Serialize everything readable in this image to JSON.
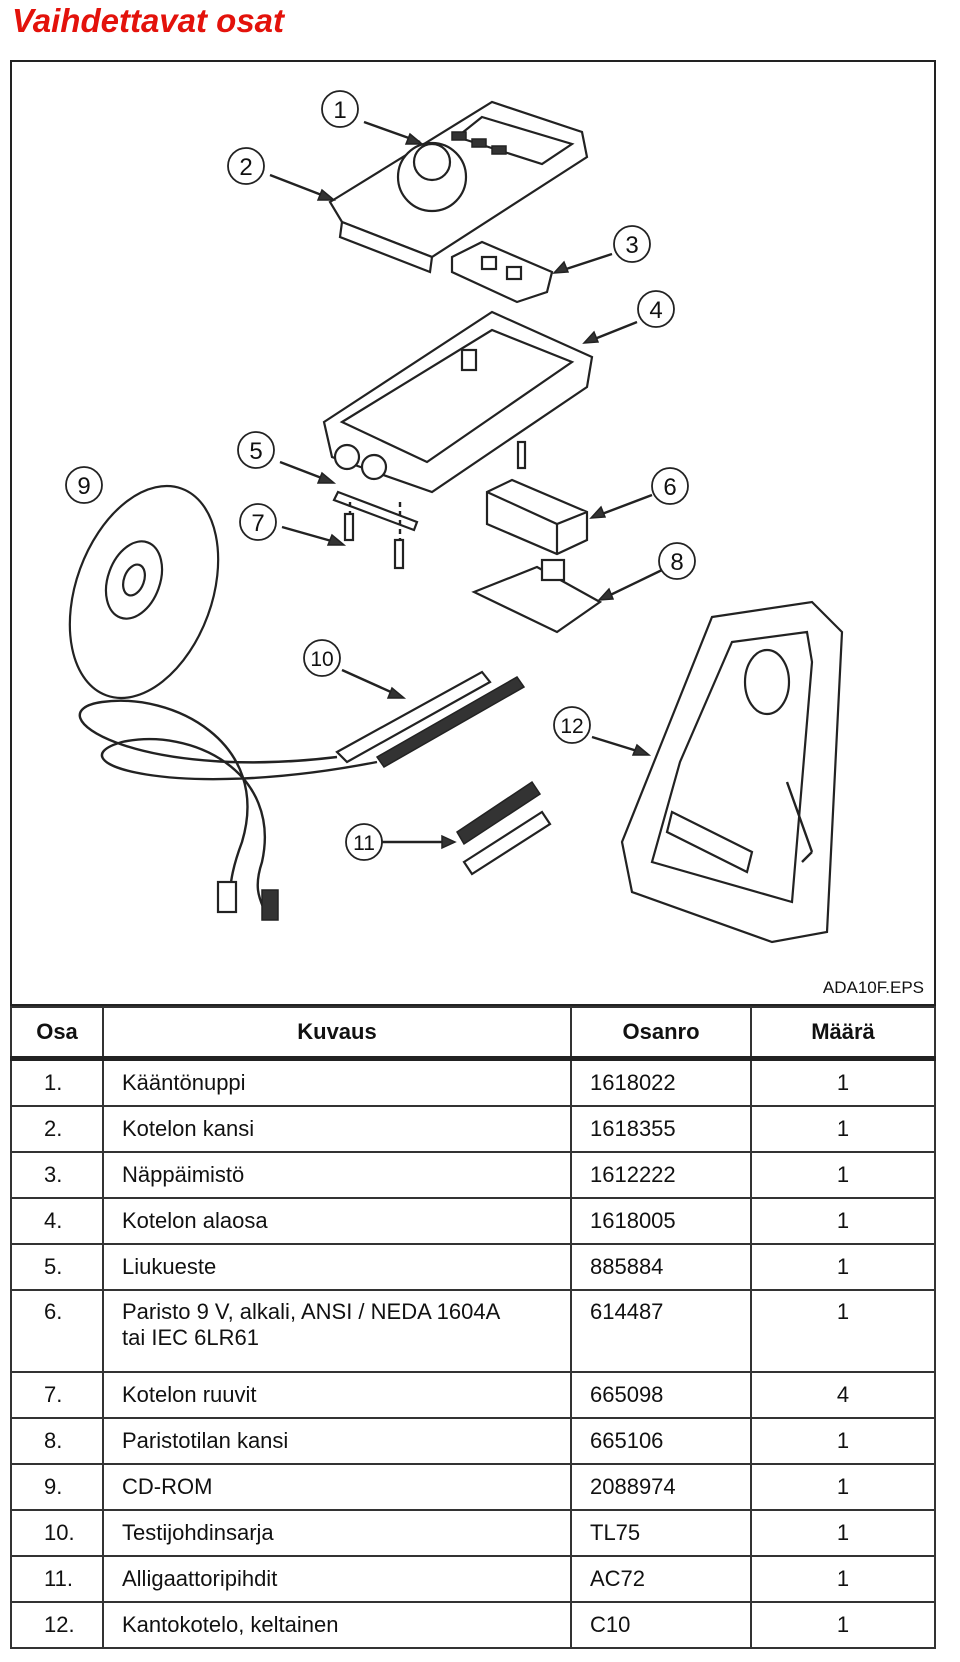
{
  "title": "Vaihdettavat osat",
  "figure": {
    "code": "ADA10F.EPS",
    "callouts": [
      "1",
      "2",
      "3",
      "4",
      "5",
      "6",
      "7",
      "8",
      "9",
      "10",
      "11",
      "12"
    ]
  },
  "table": {
    "headers": [
      "Osa",
      "Kuvaus",
      "Osanro",
      "Määrä"
    ],
    "rows": [
      {
        "num": "1.",
        "desc": "Kääntönuppi",
        "part": "1618022",
        "qty": "1"
      },
      {
        "num": "2.",
        "desc": "Kotelon kansi",
        "part": "1618355",
        "qty": "1"
      },
      {
        "num": "3.",
        "desc": "Näppäimistö",
        "part": "1612222",
        "qty": "1"
      },
      {
        "num": "4.",
        "desc": "Kotelon alaosa",
        "part": "1618005",
        "qty": "1"
      },
      {
        "num": "5.",
        "desc": "Liukueste",
        "part": "885884",
        "qty": "1"
      },
      {
        "num": "6.",
        "desc": "Paristo 9 V, alkali, ANSI / NEDA 1604A",
        "desc2": "tai IEC 6LR61",
        "part": "614487",
        "qty": "1"
      },
      {
        "num": "7.",
        "desc": "Kotelon ruuvit",
        "part": "665098",
        "qty": "4"
      },
      {
        "num": "8.",
        "desc": "Paristotilan kansi",
        "part": "665106",
        "qty": "1"
      },
      {
        "num": "9.",
        "desc": "CD-ROM",
        "part": "2088974",
        "qty": "1"
      },
      {
        "num": "10.",
        "desc": "Testijohdinsarja",
        "part": "TL75",
        "qty": "1"
      },
      {
        "num": "11.",
        "desc": "Alligaattoripihdit",
        "part": "AC72",
        "qty": "1"
      },
      {
        "num": "12.",
        "desc": "Kantokotelo, keltainen",
        "part": "C10",
        "qty": "1"
      }
    ]
  }
}
